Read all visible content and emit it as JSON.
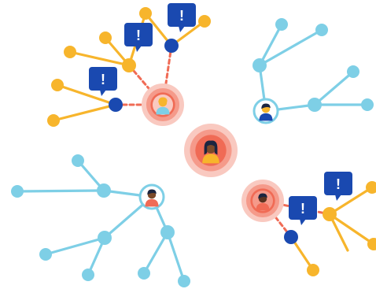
{
  "colors": {
    "background": "#ffffff",
    "cyan": "#7ecfe6",
    "orange": "#f7b52c",
    "navy": "#1a49b0",
    "alert_box": "#1a49b0",
    "halo_outer": "#f9c9c0",
    "halo_mid": "#f59a8a",
    "halo_inner": "#f06b55",
    "dashed_edge": "#f06b55",
    "hub_ring": "#7ecfe6"
  },
  "alert_text": "!",
  "network": {
    "description_icons": [
      "person-icon",
      "alert-icon"
    ],
    "center_person": "center-person-avatar",
    "clusters": [
      {
        "name": "top-left-cluster",
        "color": "orange",
        "hub_type": "compromised"
      },
      {
        "name": "top-right-cluster",
        "color": "cyan",
        "hub_type": "normal"
      },
      {
        "name": "bottom-left-cluster",
        "color": "cyan",
        "hub_type": "normal"
      },
      {
        "name": "bottom-right-cluster",
        "color": "orange",
        "hub_type": "compromised"
      }
    ]
  }
}
